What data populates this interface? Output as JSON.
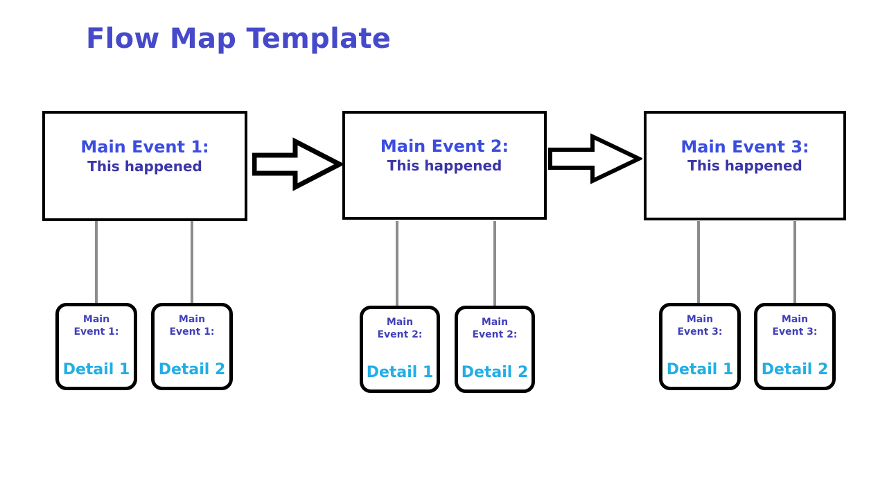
{
  "page": {
    "title": "Flow Map Template",
    "background_color": "#ffffff"
  },
  "colors": {
    "title_purple": "#4649c9",
    "event_heading_blue": "#3b4ce0",
    "event_sub_indigo": "#3a35a9",
    "detail_heading_indigo": "#4240b8",
    "detail_label_cyan": "#22aee5",
    "box_border_black": "#000000",
    "connector_gray": "#8c8c8c"
  },
  "flow": {
    "events": [
      {
        "heading": "Main Event 1:",
        "subtitle": "This happened",
        "details": [
          {
            "head_line1": "Main",
            "head_line2": "Event 1:",
            "label": "Detail 1"
          },
          {
            "head_line1": "Main",
            "head_line2": "Event 1:",
            "label": "Detail 2"
          }
        ]
      },
      {
        "heading": "Main Event 2:",
        "subtitle": "This happened",
        "details": [
          {
            "head_line1": "Main",
            "head_line2": "Event 2:",
            "label": "Detail 1"
          },
          {
            "head_line1": "Main",
            "head_line2": "Event 2:",
            "label": "Detail 2"
          }
        ]
      },
      {
        "heading": "Main Event 3:",
        "subtitle": "This happened",
        "details": [
          {
            "head_line1": "Main",
            "head_line2": "Event 3:",
            "label": "Detail 1"
          },
          {
            "head_line1": "Main",
            "head_line2": "Event 3:",
            "label": "Detail 2"
          }
        ]
      }
    ],
    "arrows": [
      {
        "name": "arrow-event1-to-event2",
        "direction": "right"
      },
      {
        "name": "arrow-event2-to-event3",
        "direction": "right"
      }
    ]
  }
}
